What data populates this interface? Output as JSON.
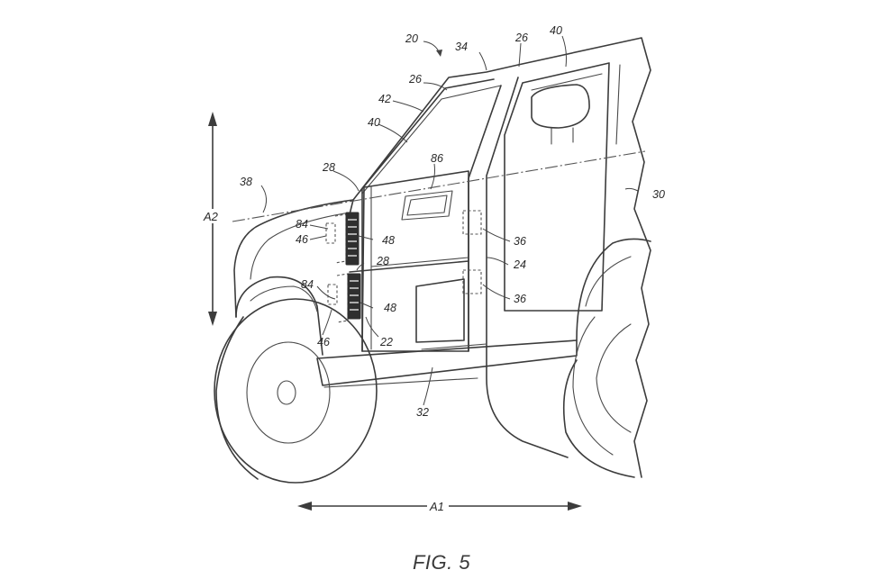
{
  "figure": {
    "caption": "FIG. 5"
  },
  "axes": {
    "horizontal": "A1",
    "vertical": "A2"
  },
  "reference_numerals": {
    "vehicle": "20",
    "roof": "34",
    "pillar_upper": "26",
    "pillar_rear": "26",
    "window_rear": "40",
    "windshield": "42",
    "window_front": "40",
    "a_pillar_top": "28",
    "line_38": "38",
    "window_86": "86",
    "body_30": "30",
    "label_84_top": "84",
    "label_46_top": "46",
    "vent_48_top": "48",
    "hinge_36_top": "36",
    "door_24": "24",
    "a_pillar_mid": "28",
    "label_84_bottom": "84",
    "vent_48_bottom": "48",
    "hinge_36_bottom": "36",
    "label_46_bottom": "46",
    "label_22": "22",
    "rocker_32": "32"
  }
}
